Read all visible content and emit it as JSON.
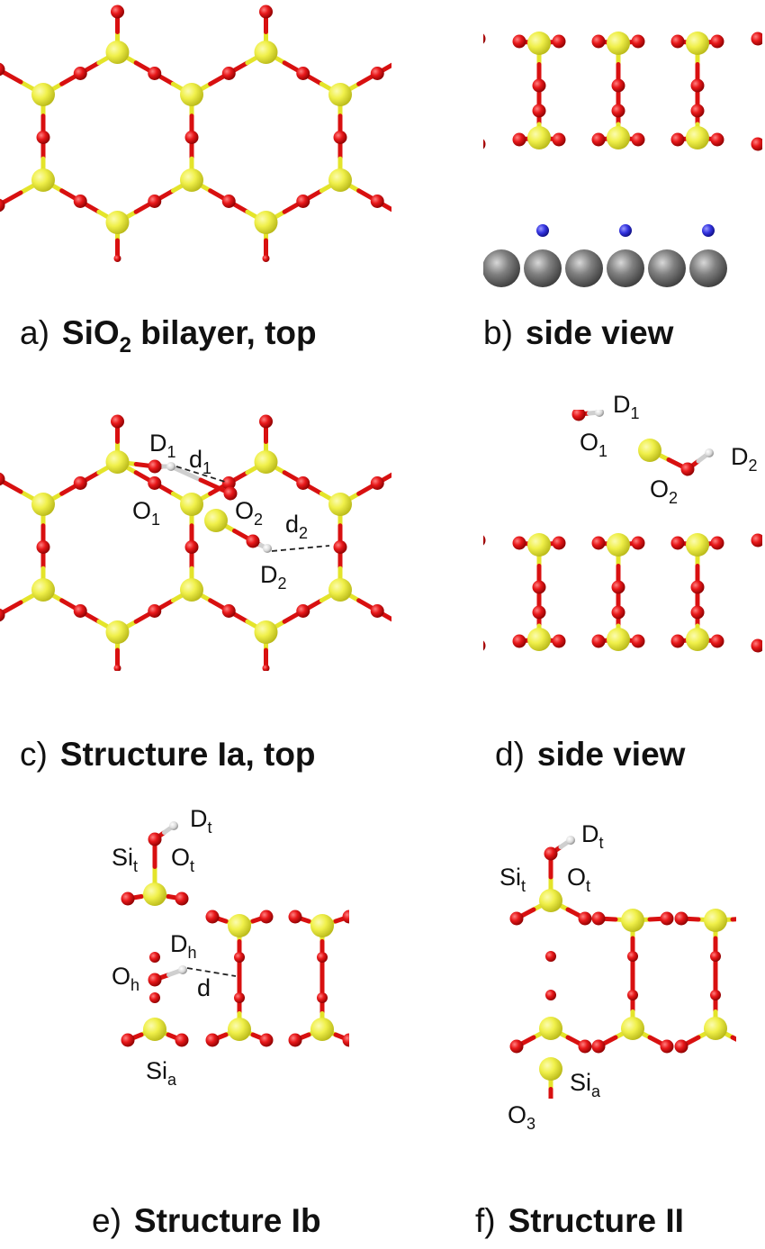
{
  "colors": {
    "silicon": "#f0f04a",
    "oxygen": "#e8181a",
    "deuterium": "#d9d9d9",
    "metal": "#808080",
    "adatom": "#3434e0",
    "bond_si": "#e4e42a",
    "bond_o": "#d81010"
  },
  "panels": {
    "a": {
      "letter": "a)",
      "title": "SiO",
      "title_sub": "2",
      "title_rest": " bilayer, top"
    },
    "b": {
      "letter": "b)",
      "title": "side view"
    },
    "c": {
      "letter": "c)",
      "title": "Structure Ia, top",
      "labels": {
        "D1": "D",
        "D1s": "1",
        "d1": "d",
        "d1s": "1",
        "O1": "O",
        "O1s": "1",
        "O2": "O",
        "O2s": "2",
        "d2": "d",
        "d2s": "2",
        "D2": "D",
        "D2s": "2"
      }
    },
    "d": {
      "letter": "d)",
      "title": "side view",
      "labels": {
        "D1": "D",
        "D1s": "1",
        "O1": "O",
        "O1s": "1",
        "O2": "O",
        "O2s": "2",
        "D2": "D",
        "D2s": "2"
      }
    },
    "e": {
      "letter": "e)",
      "title": "Structure Ib",
      "labels": {
        "Dt": "D",
        "Dts": "t",
        "Sit": "Si",
        "Sits": "t",
        "Ot": "O",
        "Ots": "t",
        "Dh": "D",
        "Dhs": "h",
        "Oh": "O",
        "Ohs": "h",
        "d": "d",
        "Sia": "Si",
        "Sias": "a"
      }
    },
    "f": {
      "letter": "f)",
      "title": "Structure II",
      "labels": {
        "Dt": "D",
        "Dts": "t",
        "Sit": "Si",
        "Sits": "t",
        "Ot": "O",
        "Ots": "t",
        "Sia": "Si",
        "Sias": "a",
        "O3": "O",
        "O3s": "3"
      }
    }
  }
}
